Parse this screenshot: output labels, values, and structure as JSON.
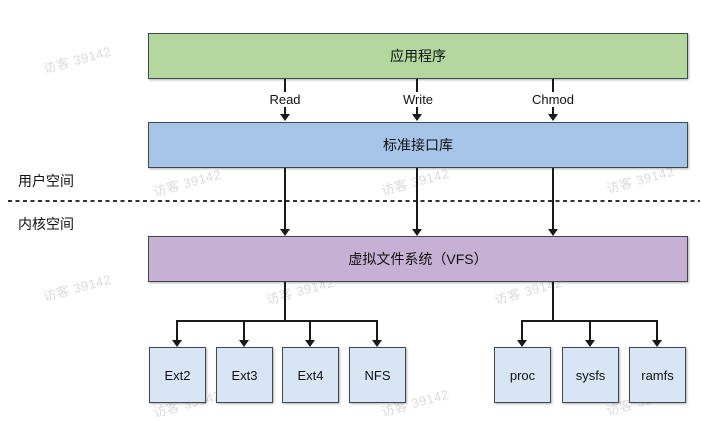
{
  "watermark": {
    "text": "访客 39142"
  },
  "zones": {
    "user": "用户空间",
    "kernel": "内核空间"
  },
  "layers": {
    "application": "应用程序",
    "standard_library": "标准接口库",
    "vfs": "虚拟文件系统（VFS）"
  },
  "syscalls": [
    "Read",
    "Write",
    "Chmod"
  ],
  "disk_filesystems": [
    "Ext2",
    "Ext3",
    "Ext4",
    "NFS"
  ],
  "virtual_filesystems": [
    "proc",
    "sysfs",
    "ramfs"
  ],
  "colors": {
    "application_fill": "#b2d89e",
    "standard_library_fill": "#a6c5e9",
    "vfs_fill": "#c6b0d3",
    "filesystem_fill": "#d8e5f4",
    "box_border": "#42464d",
    "connector": "#1a1a1a",
    "watermark_text": "#d4d4d4"
  }
}
